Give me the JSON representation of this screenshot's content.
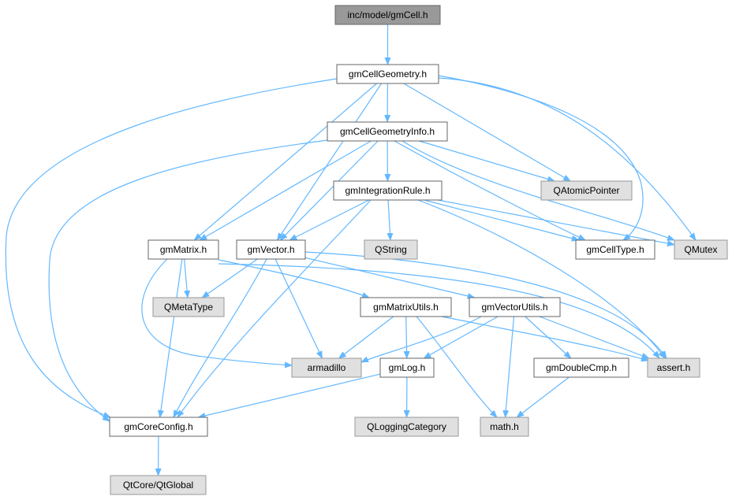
{
  "diagram": {
    "type": "include-dependency-graph",
    "colors": {
      "root_fill": "#999999",
      "file_fill": "#ffffff",
      "external_fill": "#e0e0e0",
      "node_border": "#666666",
      "external_border": "#999999",
      "edge": "#63b8ff"
    },
    "nodes": [
      {
        "id": "gmCell",
        "label": "inc/model/gmCell.h",
        "kind": "root"
      },
      {
        "id": "gmCellGeometry",
        "label": "gmCellGeometry.h",
        "kind": "file"
      },
      {
        "id": "gmCellGeometryInfo",
        "label": "gmCellGeometryInfo.h",
        "kind": "file"
      },
      {
        "id": "gmIntegrationRule",
        "label": "gmIntegrationRule.h",
        "kind": "file"
      },
      {
        "id": "QAtomicPointer",
        "label": "QAtomicPointer",
        "kind": "external"
      },
      {
        "id": "gmMatrix",
        "label": "gmMatrix.h",
        "kind": "file"
      },
      {
        "id": "gmVector",
        "label": "gmVector.h",
        "kind": "file"
      },
      {
        "id": "QString",
        "label": "QString",
        "kind": "external"
      },
      {
        "id": "gmCellType",
        "label": "gmCellType.h",
        "kind": "file"
      },
      {
        "id": "QMutex",
        "label": "QMutex",
        "kind": "external"
      },
      {
        "id": "QMetaType",
        "label": "QMetaType",
        "kind": "external"
      },
      {
        "id": "gmMatrixUtils",
        "label": "gmMatrixUtils.h",
        "kind": "file"
      },
      {
        "id": "gmVectorUtils",
        "label": "gmVectorUtils.h",
        "kind": "file"
      },
      {
        "id": "armadillo",
        "label": "armadillo",
        "kind": "external"
      },
      {
        "id": "gmLog",
        "label": "gmLog.h",
        "kind": "file"
      },
      {
        "id": "gmDoubleCmp",
        "label": "gmDoubleCmp.h",
        "kind": "file"
      },
      {
        "id": "assert",
        "label": "assert.h",
        "kind": "external"
      },
      {
        "id": "gmCoreConfig",
        "label": "gmCoreConfig.h",
        "kind": "file"
      },
      {
        "id": "QLoggingCategory",
        "label": "QLoggingCategory",
        "kind": "external"
      },
      {
        "id": "math",
        "label": "math.h",
        "kind": "external"
      },
      {
        "id": "QtGlobal",
        "label": "QtCore/QtGlobal",
        "kind": "external"
      }
    ],
    "edges": [
      [
        "gmCell",
        "gmCellGeometry"
      ],
      [
        "gmCellGeometry",
        "gmCellGeometryInfo"
      ],
      [
        "gmCellGeometry",
        "QAtomicPointer"
      ],
      [
        "gmCellGeometry",
        "gmMatrix"
      ],
      [
        "gmCellGeometry",
        "gmVector"
      ],
      [
        "gmCellGeometry",
        "gmCellType"
      ],
      [
        "gmCellGeometry",
        "QMutex"
      ],
      [
        "gmCellGeometry",
        "gmCoreConfig"
      ],
      [
        "gmCellGeometryInfo",
        "gmIntegrationRule"
      ],
      [
        "gmCellGeometryInfo",
        "QAtomicPointer"
      ],
      [
        "gmCellGeometryInfo",
        "gmMatrix"
      ],
      [
        "gmCellGeometryInfo",
        "gmVector"
      ],
      [
        "gmCellGeometryInfo",
        "gmCellType"
      ],
      [
        "gmCellGeometryInfo",
        "QMutex"
      ],
      [
        "gmCellGeometryInfo",
        "gmCoreConfig"
      ],
      [
        "gmIntegrationRule",
        "gmVector"
      ],
      [
        "gmIntegrationRule",
        "QString"
      ],
      [
        "gmIntegrationRule",
        "gmCellType"
      ],
      [
        "gmIntegrationRule",
        "QMutex"
      ],
      [
        "gmIntegrationRule",
        "assert"
      ],
      [
        "gmIntegrationRule",
        "gmCoreConfig"
      ],
      [
        "gmMatrix",
        "QMetaType"
      ],
      [
        "gmMatrix",
        "gmMatrixUtils"
      ],
      [
        "gmMatrix",
        "armadillo"
      ],
      [
        "gmMatrix",
        "assert"
      ],
      [
        "gmMatrix",
        "gmCoreConfig"
      ],
      [
        "gmVector",
        "QMetaType"
      ],
      [
        "gmVector",
        "gmVectorUtils"
      ],
      [
        "gmVector",
        "armadillo"
      ],
      [
        "gmVector",
        "assert"
      ],
      [
        "gmVector",
        "gmCoreConfig"
      ],
      [
        "gmMatrixUtils",
        "armadillo"
      ],
      [
        "gmMatrixUtils",
        "gmLog"
      ],
      [
        "gmMatrixUtils",
        "math"
      ],
      [
        "gmMatrixUtils",
        "assert"
      ],
      [
        "gmVectorUtils",
        "armadillo"
      ],
      [
        "gmVectorUtils",
        "gmLog"
      ],
      [
        "gmVectorUtils",
        "gmDoubleCmp"
      ],
      [
        "gmVectorUtils",
        "math"
      ],
      [
        "gmVectorUtils",
        "assert"
      ],
      [
        "gmLog",
        "QLoggingCategory"
      ],
      [
        "gmLog",
        "gmCoreConfig"
      ],
      [
        "gmDoubleCmp",
        "math"
      ],
      [
        "gmCoreConfig",
        "QtGlobal"
      ]
    ]
  }
}
